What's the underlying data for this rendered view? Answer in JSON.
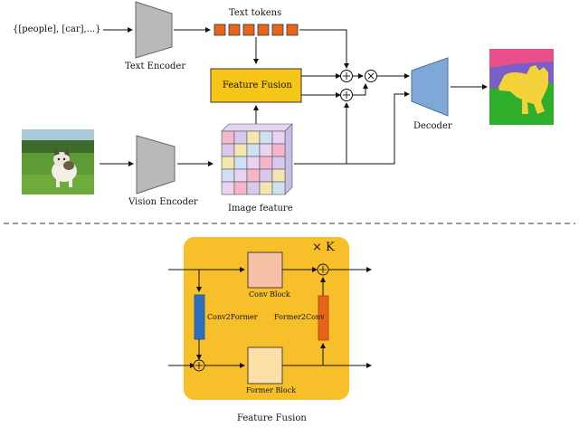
{
  "top": {
    "input_text": "{[people], [car],...}",
    "text_encoder_label": "Text Encoder",
    "text_tokens_label": "Text tokens",
    "feature_fusion_label": "Feature Fusion",
    "decoder_label": "Decoder",
    "vision_encoder_label": "Vision Encoder",
    "image_feature_label": "Image feature",
    "plus_symbol": "+",
    "times_symbol": "×"
  },
  "bottom": {
    "repeat_label": "× K",
    "conv_block_label": "Conv Block",
    "conv2former_label": "Conv2Former",
    "former2conv_label": "Former2Conv",
    "former_block_label": "Former Block",
    "caption": "Feature Fusion",
    "plus_symbol": "+"
  },
  "colors": {
    "token_orange": "#e8641c",
    "fusion_yellow": "#f5c518",
    "panel_yellow": "#f7c02b",
    "decoder_blue": "#7fa8d8",
    "encoder_gray": "#b9b9b9",
    "conv_block_pink": "#f7bfa6",
    "former_block_cream": "#fde0a8",
    "conv2former_blue": "#2f6fc0",
    "former2conv_orange": "#e8641c",
    "seg_pink": "#e8508a",
    "seg_purple": "#7b5fc8",
    "seg_yellow": "#f3d23b",
    "seg_green": "#2fae2c"
  }
}
